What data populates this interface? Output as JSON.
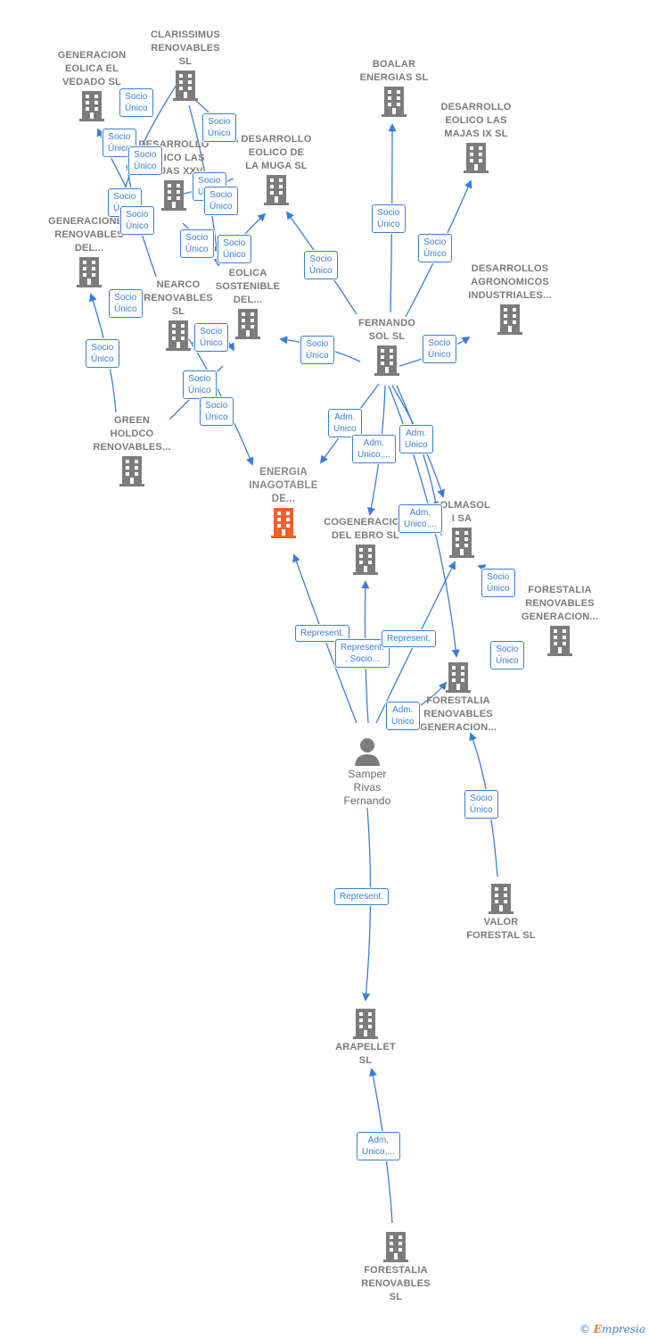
{
  "colors": {
    "edge": "#3b7dd8",
    "building": "#7c7c7c",
    "main_building": "#f0602c",
    "person": "#7c7c7c"
  },
  "nodes": [
    {
      "id": "gen_eolica_vedado",
      "label": "GENERACION\nEOLICA EL\nVEDADO SL",
      "type": "company"
    },
    {
      "id": "clarissimus",
      "label": "CLARISSIMUS\nRENOVABLES\nSL",
      "type": "company"
    },
    {
      "id": "boalar",
      "label": "BOALAR\nENERGIAS  SL",
      "type": "company"
    },
    {
      "id": "des_eolico_majas",
      "label": "DESARROLLO\nEOLICO LAS\nMAJAS IX  SL",
      "type": "company"
    },
    {
      "id": "des_eolico_xxv",
      "label": "DESARROLLO\nEOLICO LAS\nMAJAS XXV",
      "type": "company"
    },
    {
      "id": "des_eolico_muga",
      "label": "DESARROLLO\nEOLICO DE\nLA MUGA SL",
      "type": "company"
    },
    {
      "id": "generaciones_renov",
      "label": "GENERACIONES\nRENOVABLES\nDEL...",
      "type": "company"
    },
    {
      "id": "des_agronomicos",
      "label": "DESARROLLOS\nAGRONOMICOS\nINDUSTRIALES...",
      "type": "company"
    },
    {
      "id": "nearco",
      "label": "NEARCO\nRENOVABLES\nSL",
      "type": "company"
    },
    {
      "id": "eolica_sostenible",
      "label": "EOLICA\nSOSTENIBLE\nDEL...",
      "type": "company"
    },
    {
      "id": "fernando_sol",
      "label": "FERNANDO\nSOL SL",
      "type": "company"
    },
    {
      "id": "green_holdco",
      "label": "GREEN\nHOLDCO\nRENOVABLES...",
      "type": "company"
    },
    {
      "id": "energia_inagotable",
      "label": "ENERGIA\nINAGOTABLE\nDE...",
      "type": "main"
    },
    {
      "id": "cogeneracion_ebro",
      "label": "COGENERACION\nDEL EBRO  SL",
      "type": "company"
    },
    {
      "id": "solmasol",
      "label": "SOLMASOL\nI SA",
      "type": "company"
    },
    {
      "id": "forestalia_gen_1",
      "label": "FORESTALIA\nRENOVABLES\nGENERACION...",
      "type": "company"
    },
    {
      "id": "forestalia_gen_2",
      "label": "FORESTALIA\nRENOVABLES\nGENERACION...",
      "type": "company"
    },
    {
      "id": "samper",
      "label": "Samper\nRivas\nFernando",
      "type": "person"
    },
    {
      "id": "valor_forestal",
      "label": "VALOR\nFORESTAL SL",
      "type": "company"
    },
    {
      "id": "arapellet",
      "label": "ARAPELLET\nSL",
      "type": "company"
    },
    {
      "id": "forestalia_renov",
      "label": "FORESTALIA\nRENOVABLES\nSL",
      "type": "company"
    }
  ],
  "relations": [
    {
      "label": "Socio\nÚnico"
    },
    {
      "label": "Socio\nÚnico"
    },
    {
      "label": "Socio\nÚnico"
    },
    {
      "label": "Socio\nÚnico"
    },
    {
      "label": "Socio\nÚnico"
    },
    {
      "label": "Socio\nÚnico"
    },
    {
      "label": "Socio\nÚnico"
    },
    {
      "label": "Socio\nÚnico"
    },
    {
      "label": "Socio\nÚnico"
    },
    {
      "label": "Socio\nÚnico"
    },
    {
      "label": "Socio\nÚnico"
    },
    {
      "label": "Socio\nÚnico"
    },
    {
      "label": "Socio\nÚnico"
    },
    {
      "label": "Socio\nÚnico"
    },
    {
      "label": "Socio\nÚnico"
    },
    {
      "label": "Socio\nÚnico"
    },
    {
      "label": "Socio\nÚnico"
    },
    {
      "label": "Socio\nÚnico"
    },
    {
      "label": "Socio\nÚnico"
    },
    {
      "label": "Socio\nÚnico"
    },
    {
      "label": "Socio\nÚnico"
    },
    {
      "label": "Socio\nÚnico"
    },
    {
      "label": "Socio\nÚnico"
    },
    {
      "label": "Adm.\nUnico"
    },
    {
      "label": "Adm.\nUnico,..."
    },
    {
      "label": "Adm.\nUnico"
    },
    {
      "label": "Adm.\nUnico,..."
    },
    {
      "label": "Socio\nÚnico"
    },
    {
      "label": "Socio\nÚnico"
    },
    {
      "label": "Represent."
    },
    {
      "label": "Represent.\n. Socio..."
    },
    {
      "label": "Represent."
    },
    {
      "label": "Adm.\nUnico"
    },
    {
      "label": "Socio\nÚnico"
    },
    {
      "label": "Represent."
    },
    {
      "label": "Adm.\nUnico,..."
    }
  ],
  "footer": {
    "copyright": "©",
    "brand_initial": "E",
    "brand_rest": "mpresia"
  }
}
